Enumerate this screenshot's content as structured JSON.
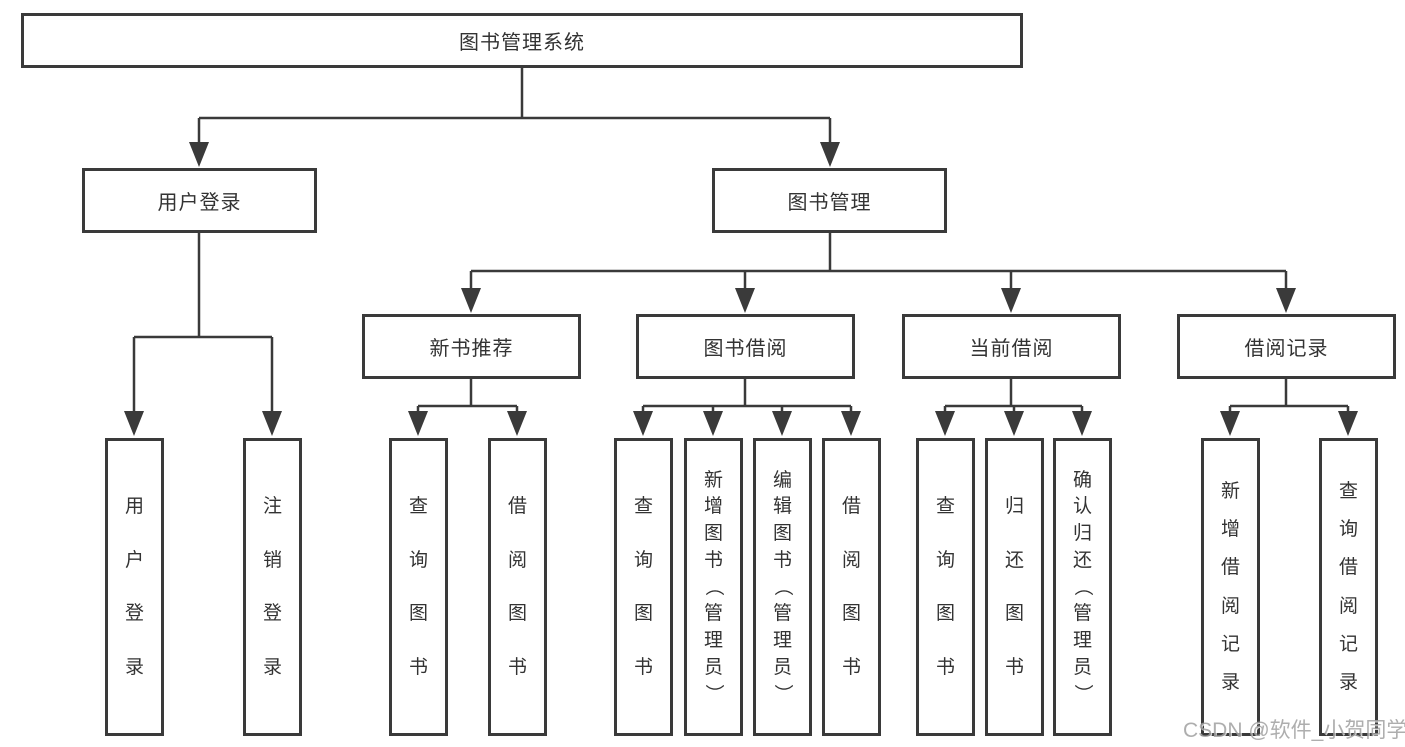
{
  "tree": {
    "label": "图书管理系统",
    "children": [
      {
        "label": "用户登录",
        "children": [
          {
            "label": "用户登录"
          },
          {
            "label": "注销登录"
          }
        ]
      },
      {
        "label": "图书管理",
        "children": [
          {
            "label": "新书推荐",
            "children": [
              {
                "label": "查询图书"
              },
              {
                "label": "借阅图书"
              }
            ]
          },
          {
            "label": "图书借阅",
            "children": [
              {
                "label": "查询图书"
              },
              {
                "label": "新增图书（管理员）"
              },
              {
                "label": "编辑图书（管理员）"
              },
              {
                "label": "借阅图书"
              }
            ]
          },
          {
            "label": "当前借阅",
            "children": [
              {
                "label": "查询图书"
              },
              {
                "label": "归还图书"
              },
              {
                "label": "确认归还（管理员）"
              }
            ]
          },
          {
            "label": "借阅记录",
            "children": [
              {
                "label": "新增借阅记录"
              },
              {
                "label": "查询借阅记录"
              }
            ]
          }
        ]
      }
    ]
  },
  "watermark": {
    "text": "CSDN @软件_小贺同学"
  },
  "colors": {
    "line": "#3a3a3a",
    "text": "#333333",
    "background": "#ffffff",
    "watermark": "#a0a0a0"
  }
}
